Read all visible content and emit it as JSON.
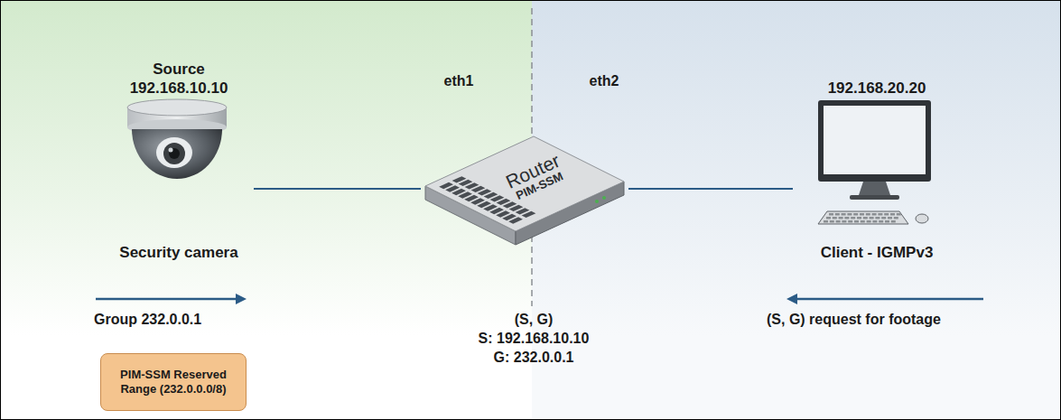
{
  "diagram": {
    "nodes": [
      {
        "text": [
          "Source",
          "192.168.10.10",
          "Security camera"
        ]
      },
      {
        "text": [
          "Router",
          "PIM-SSM"
        ]
      },
      {
        "text": [
          "192.168.20.20",
          "Client - IGMPv3"
        ]
      },
      {
        "text": [
          "PIM-SSM Reserved Range (232.0.0.0/8)"
        ]
      }
    ],
    "edges": [
      {
        "from": 0,
        "to": 1,
        "arrow": "none"
      },
      {
        "from": 1,
        "to": 2,
        "arrow": "none"
      }
    ],
    "labels": [
      "eth1",
      "eth2",
      "Group 232.0.0.1",
      "(S, G)",
      "S: 192.168.10.10",
      "G: 232.0.0.1",
      "(S, G) request for footage"
    ]
  }
}
